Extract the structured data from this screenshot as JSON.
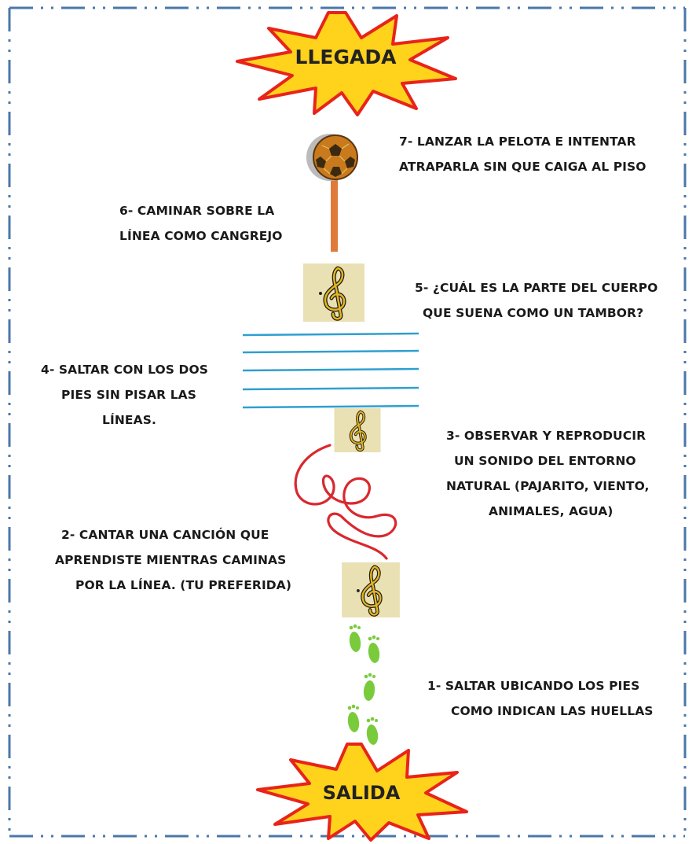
{
  "finish": {
    "label": "LLEGADA"
  },
  "start": {
    "label": "SALIDA"
  },
  "steps": [
    {
      "lines": [
        "1-   SALTAR UBICANDO LOS PIES",
        "COMO INDICAN LAS HUELLAS"
      ]
    },
    {
      "lines": [
        "2-  CANTAR UNA CANCIÓN QUE",
        "APRENDISTE MIENTRAS CAMINAS",
        "POR LA LÍNEA. (TU PREFERIDA)"
      ]
    },
    {
      "lines": [
        "3-   OBSERVAR Y REPRODUCIR",
        "UN SONIDO DEL ENTORNO",
        "NATURAL (PAJARITO, VIENTO,",
        "ANIMALES, AGUA)"
      ]
    },
    {
      "lines": [
        "4-  SALTAR CON LOS DOS",
        "PIES SIN PISAR LAS",
        "LÍNEAS."
      ]
    },
    {
      "lines": [
        "5-  ¿CUÁL ES LA PARTE DEL CUERPO",
        "QUE SUENA COMO UN TAMBOR?"
      ]
    },
    {
      "lines": [
        "6-  CAMINAR SOBRE LA",
        "LÍNEA COMO CANGREJO"
      ]
    },
    {
      "lines": [
        "7- LANZAR LA PELOTA E INTENTAR",
        "ATRAPARLA SIN QUE CAIGA AL PISO"
      ]
    }
  ],
  "colors": {
    "burst_fill": "#FFD21C",
    "burst_stroke": "#E8241A",
    "border": "#4A77A8",
    "stick": "#E07A3A",
    "lines_blue": "#2F9FD0",
    "squiggle": "#D9282F",
    "footprint": "#7ACB3C",
    "note_bg": "#E9E0B4",
    "note_gold": "#E3B623"
  },
  "icons": [
    "ball-icon",
    "treble-clef-icon",
    "footprints-icon",
    "squiggle-line",
    "parallel-lines"
  ]
}
